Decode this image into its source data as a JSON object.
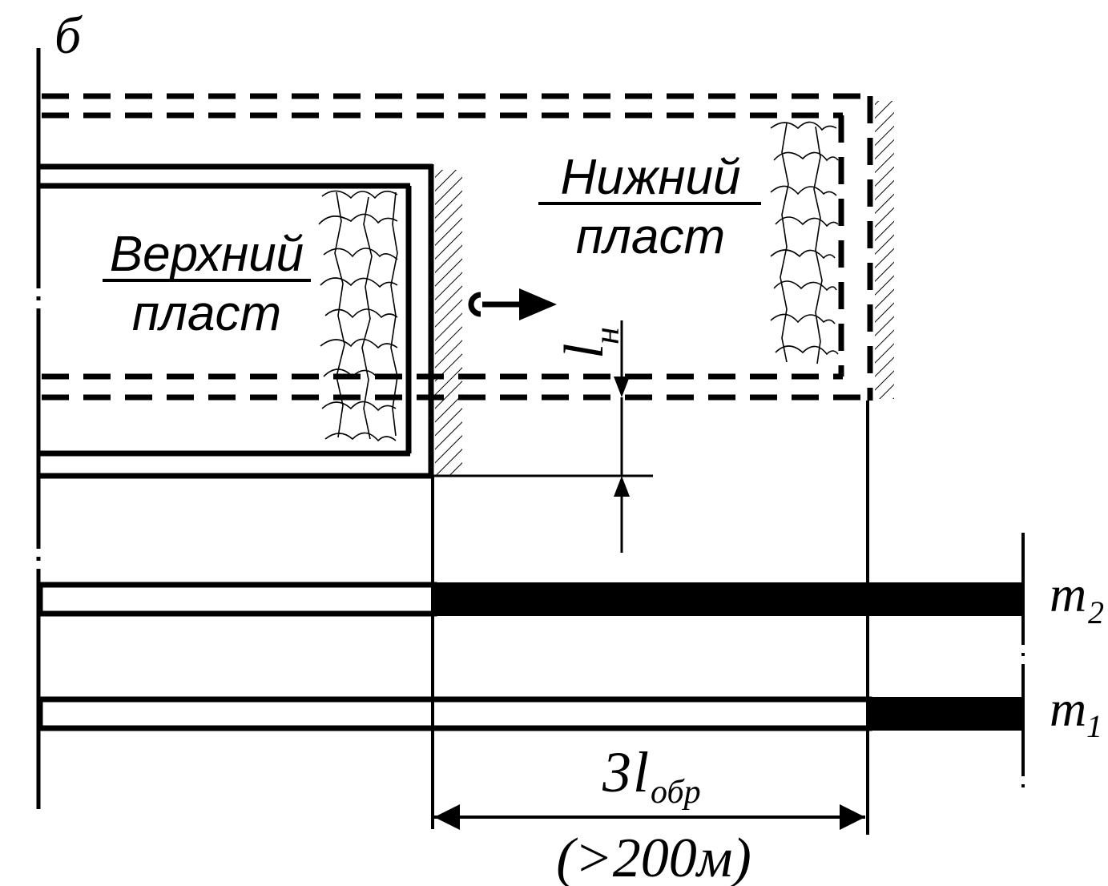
{
  "figure_label": "б",
  "upper_seam": {
    "line1": "Верхний",
    "line2": "пласт"
  },
  "lower_seam": {
    "line1": "Нижний",
    "line2": "пласт"
  },
  "dimension_ln": {
    "symbol": "l",
    "subscript": "н"
  },
  "seams": [
    {
      "symbol": "m",
      "subscript": "2"
    },
    {
      "symbol": "m",
      "subscript": "1"
    }
  ],
  "distance": {
    "coef": "3",
    "symbol": "l",
    "subscript": "обр",
    "note": "(>200м)"
  },
  "colors": {
    "ink": "#000000",
    "paper": "#ffffff"
  }
}
